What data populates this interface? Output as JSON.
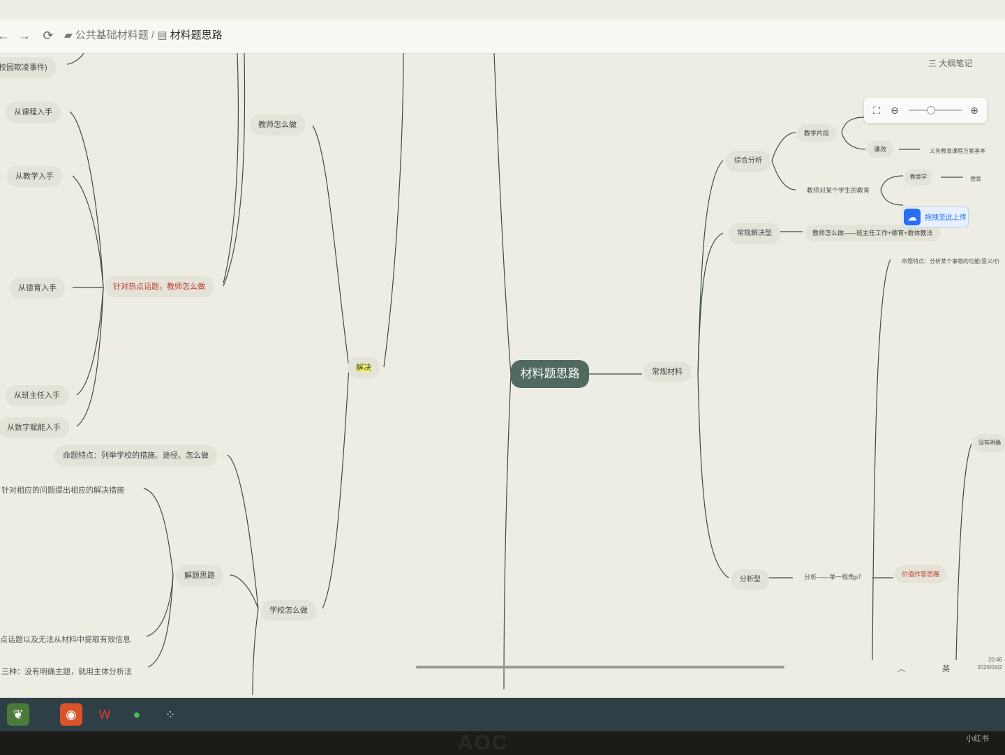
{
  "toolbar": {
    "back_icon": "back-arrow-icon",
    "forward_icon": "forward-arrow-icon",
    "refresh_icon": "refresh-icon",
    "breadcrumb": [
      "公共基础材料题",
      "材料题思路"
    ],
    "separator": "/",
    "outline_label": "三 大纲笔记"
  },
  "zoom": {
    "level_fraction": 0.4
  },
  "mindmap": {
    "root": "材料题思路",
    "left_nodes": {
      "top_cut": "校园欺凌事件)",
      "kecheng": "从课程入手",
      "jiaoxue": "从教学入手",
      "deyu": "从德育入手",
      "banzhuren": "从班主任入手",
      "shuzi": "从数字赋能入手",
      "hot_topic": "针对热点话题，教师怎么做",
      "teacher_how": "教师怎么做",
      "jiejue": "解决",
      "mingti": "命题特点：列举学校的措施、途径、怎么做",
      "zhendui": "针对相应的问题提出相应的解决措施",
      "jieti": "解题思路",
      "school_how": "学校怎么做",
      "no_info": "点话题以及无法从材料中提取有效信息",
      "third": "三种：没有明确主题，就用主体分析法"
    },
    "right_nodes": {
      "changgui": "常规材料",
      "zonghe": "综合分析",
      "jiaoxue_pianduan": "教学片段",
      "kegai": "课改",
      "yiwu": "义务教育课程方案基本",
      "teacher_student": "教师对某个学生的教育",
      "jiaoyuxue": "教育学",
      "jiaoyu": "德育",
      "changgui_jiejue": "常规解决型",
      "teacher_how_chain": "教师怎么做——班主任工作+德育+群体教法",
      "mingti_tedian": "命题特点：分析某个事物的功能/意义/价",
      "fenxi": "分析型",
      "fenxi_chain": "分析——单一视角p7",
      "jiazhi": "价值作答思路",
      "youjiazhi": "没有明确"
    }
  },
  "upload_badge": {
    "label": "拖拽至此上传",
    "icon": "cloud-upload-icon"
  },
  "tray": {
    "ime": "英",
    "time": "20:46",
    "date": "2025/04/2"
  },
  "taskbar": {
    "apps": [
      "start-icon",
      "firefox-icon",
      "wps-icon",
      "wechat-icon",
      "xmind-icon"
    ]
  },
  "bezel": {
    "brand": "AOC",
    "watermark": "小红书"
  },
  "colors": {
    "root_node": "#52695f",
    "node_bg": "#e4e3d8",
    "canvas_bg": "#eeede3",
    "accent_red": "#c0392b"
  }
}
